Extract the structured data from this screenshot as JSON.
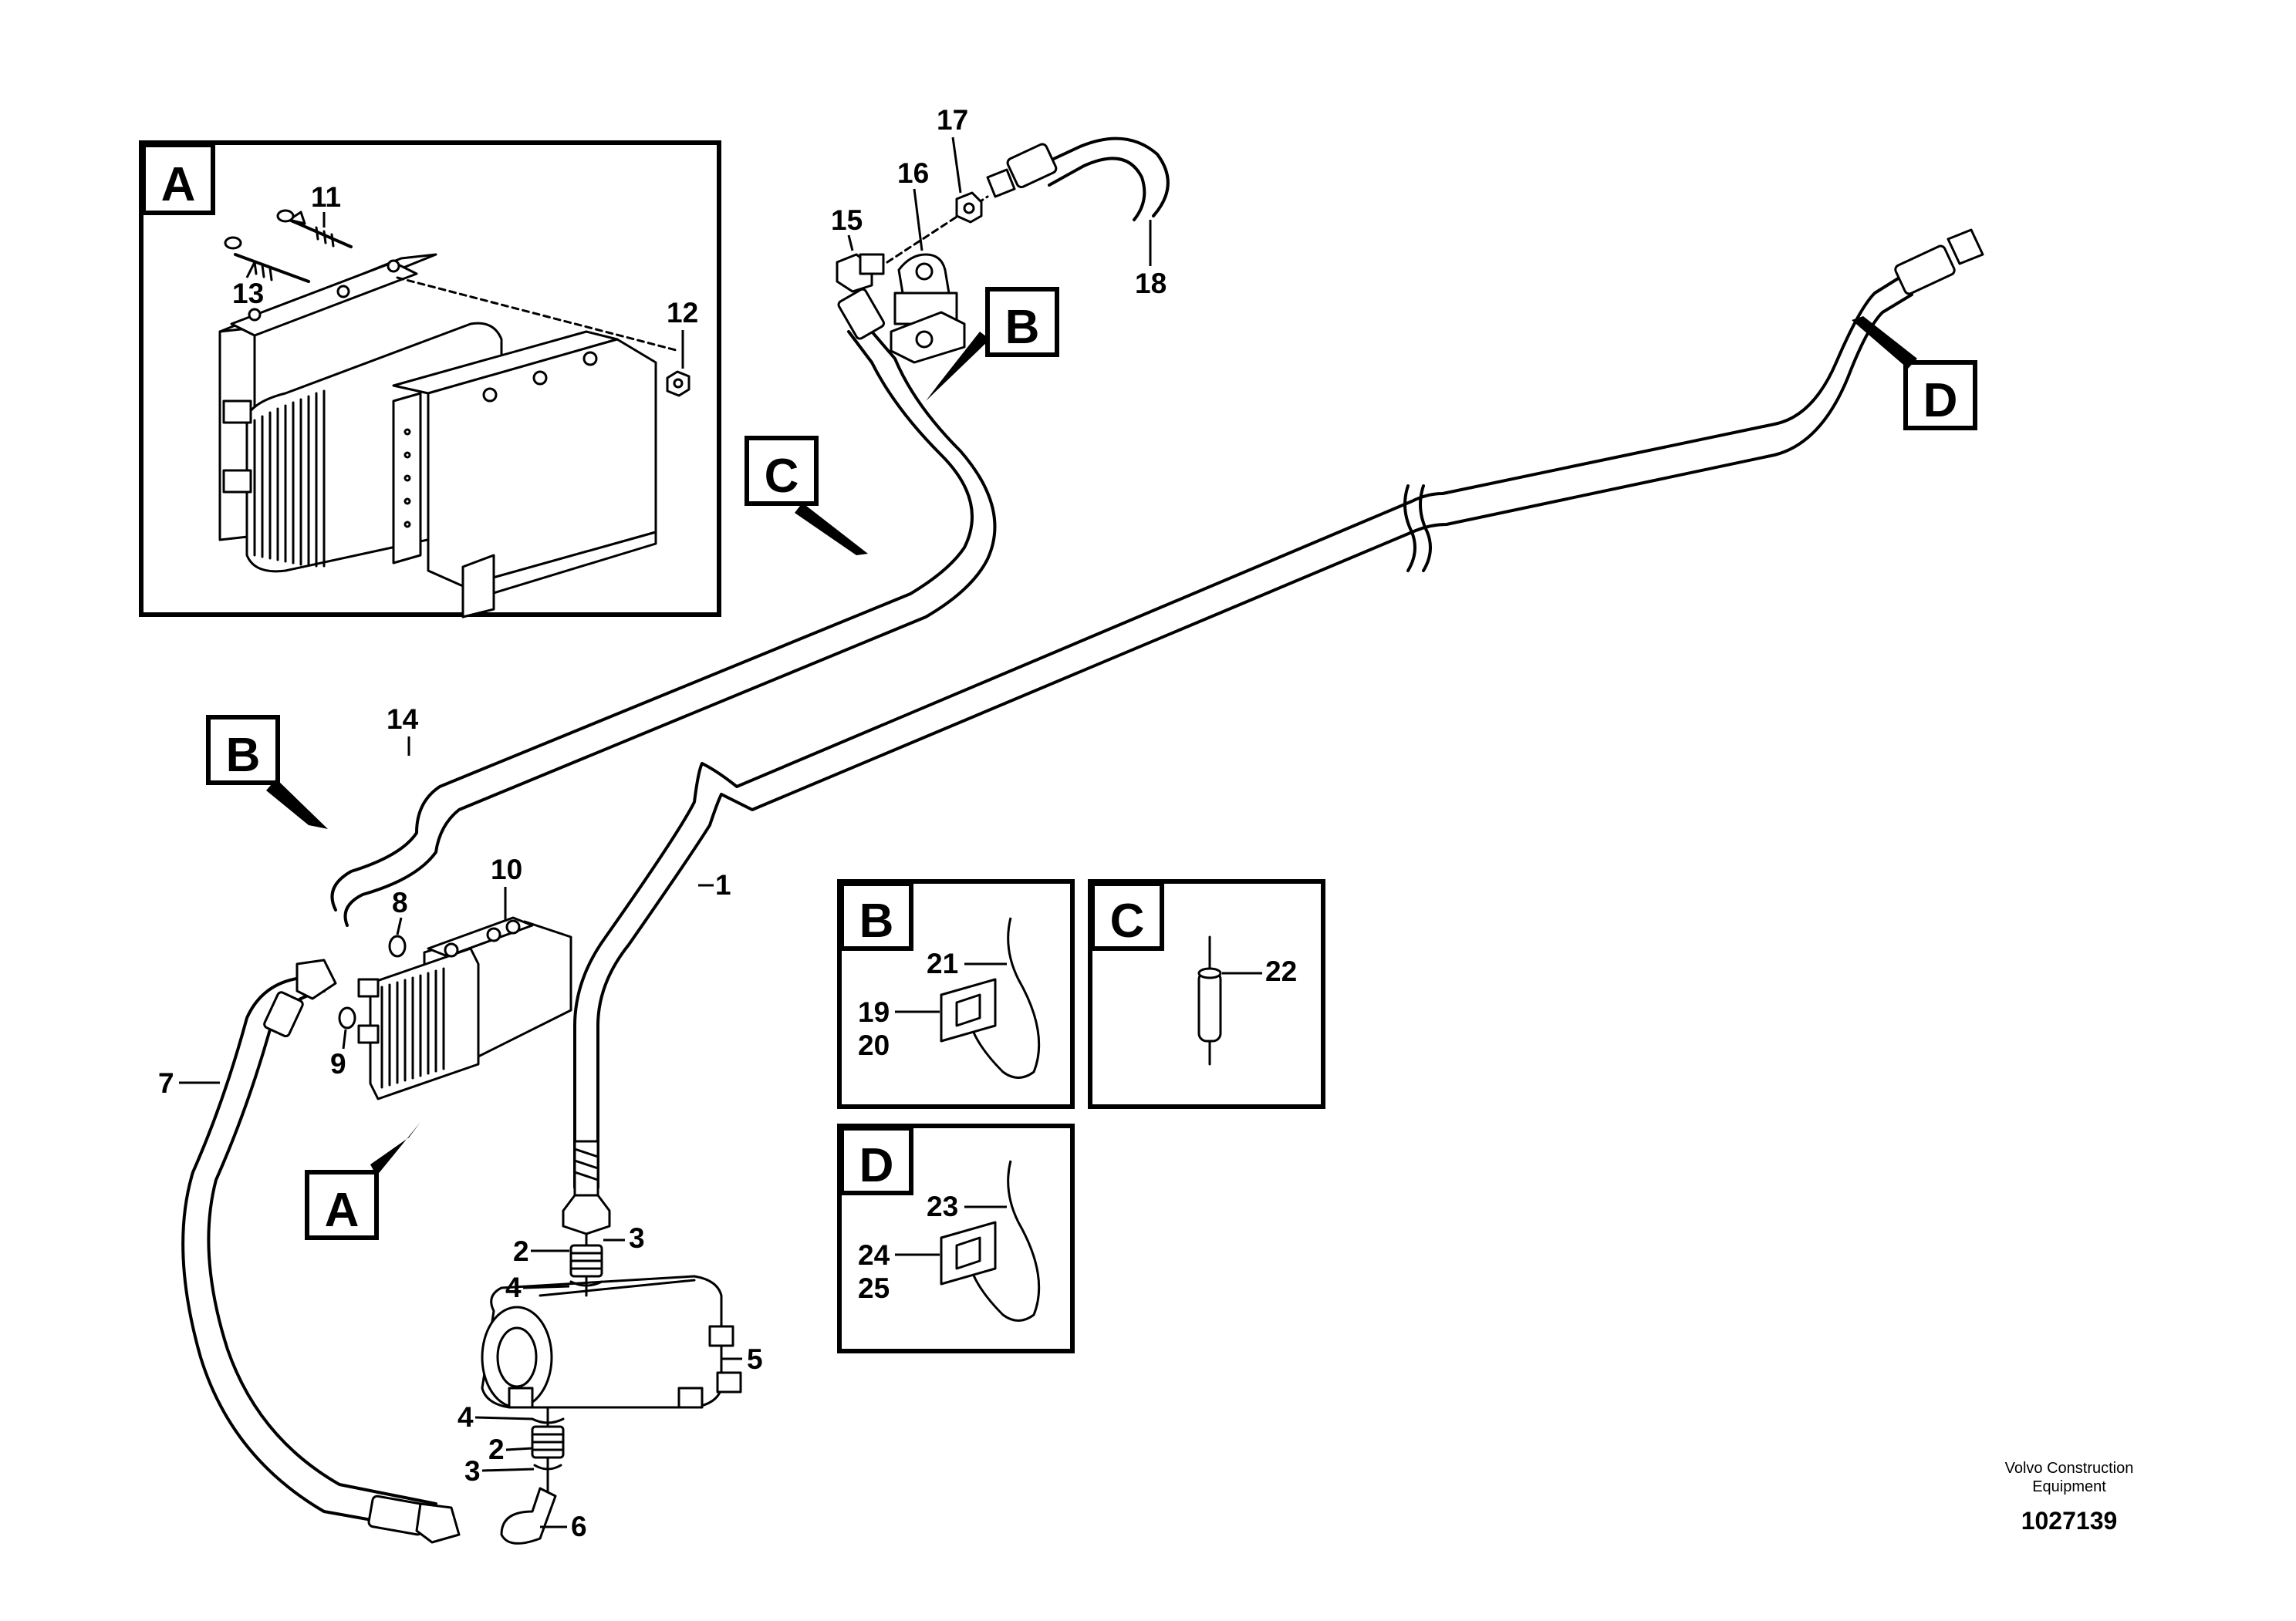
{
  "diagram": {
    "callouts": {
      "p1": "1",
      "p2a": "2",
      "p2b": "2",
      "p3a": "3",
      "p3b": "3",
      "p4a": "4",
      "p4b": "4",
      "p5": "5",
      "p6": "6",
      "p7": "7",
      "p8": "8",
      "p9": "9",
      "p10": "10",
      "p11": "11",
      "p12": "12",
      "p13": "13",
      "p14": "14",
      "p15": "15",
      "p16": "16",
      "p17": "17",
      "p18": "18",
      "p19": "19",
      "p20": "20",
      "p21": "21",
      "p22": "22",
      "p23": "23",
      "p24": "24",
      "p25": "25"
    },
    "view_labels": {
      "a_box": "A",
      "a_pointer": "A",
      "b_pointer_main": "B",
      "b_pointer_top": "B",
      "b_box": "B",
      "c_pointer": "C",
      "c_box": "C",
      "d_pointer": "D",
      "d_box": "D"
    },
    "footer": {
      "brand_line1": "Volvo Construction",
      "brand_line2": "Equipment",
      "drawing_number": "1027139"
    }
  }
}
